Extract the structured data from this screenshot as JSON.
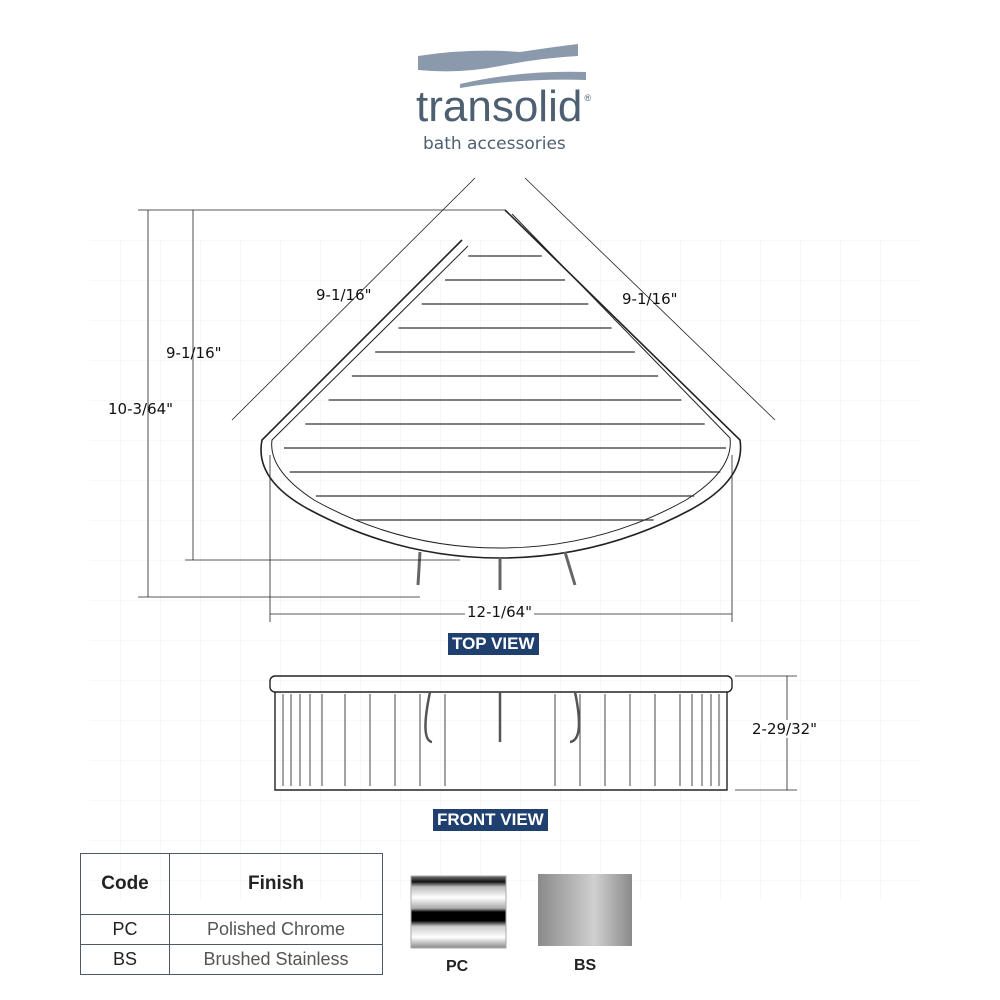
{
  "logo": {
    "name": "transolid",
    "registered": "®",
    "tagline": "bath accessories",
    "color": "#4d5f70",
    "wave_color": "#8a9aac"
  },
  "dimensions": {
    "left_side": "9-1/16\"",
    "right_side": "9-1/16\"",
    "depth": "9-1/16\"",
    "overall_depth": "10-3/64\"",
    "width": "12-1/64\"",
    "height": "2-29/32\""
  },
  "views": {
    "top": "TOP VIEW",
    "front": "FRONT VIEW",
    "badge_color": "#1f3f6e"
  },
  "finish_table": {
    "headers": [
      "Code",
      "Finish"
    ],
    "rows": [
      {
        "code": "PC",
        "finish": "Polished Chrome"
      },
      {
        "code": "BS",
        "finish": "Brushed Stainless"
      }
    ]
  },
  "swatches": [
    {
      "code": "PC"
    },
    {
      "code": "BS"
    }
  ]
}
